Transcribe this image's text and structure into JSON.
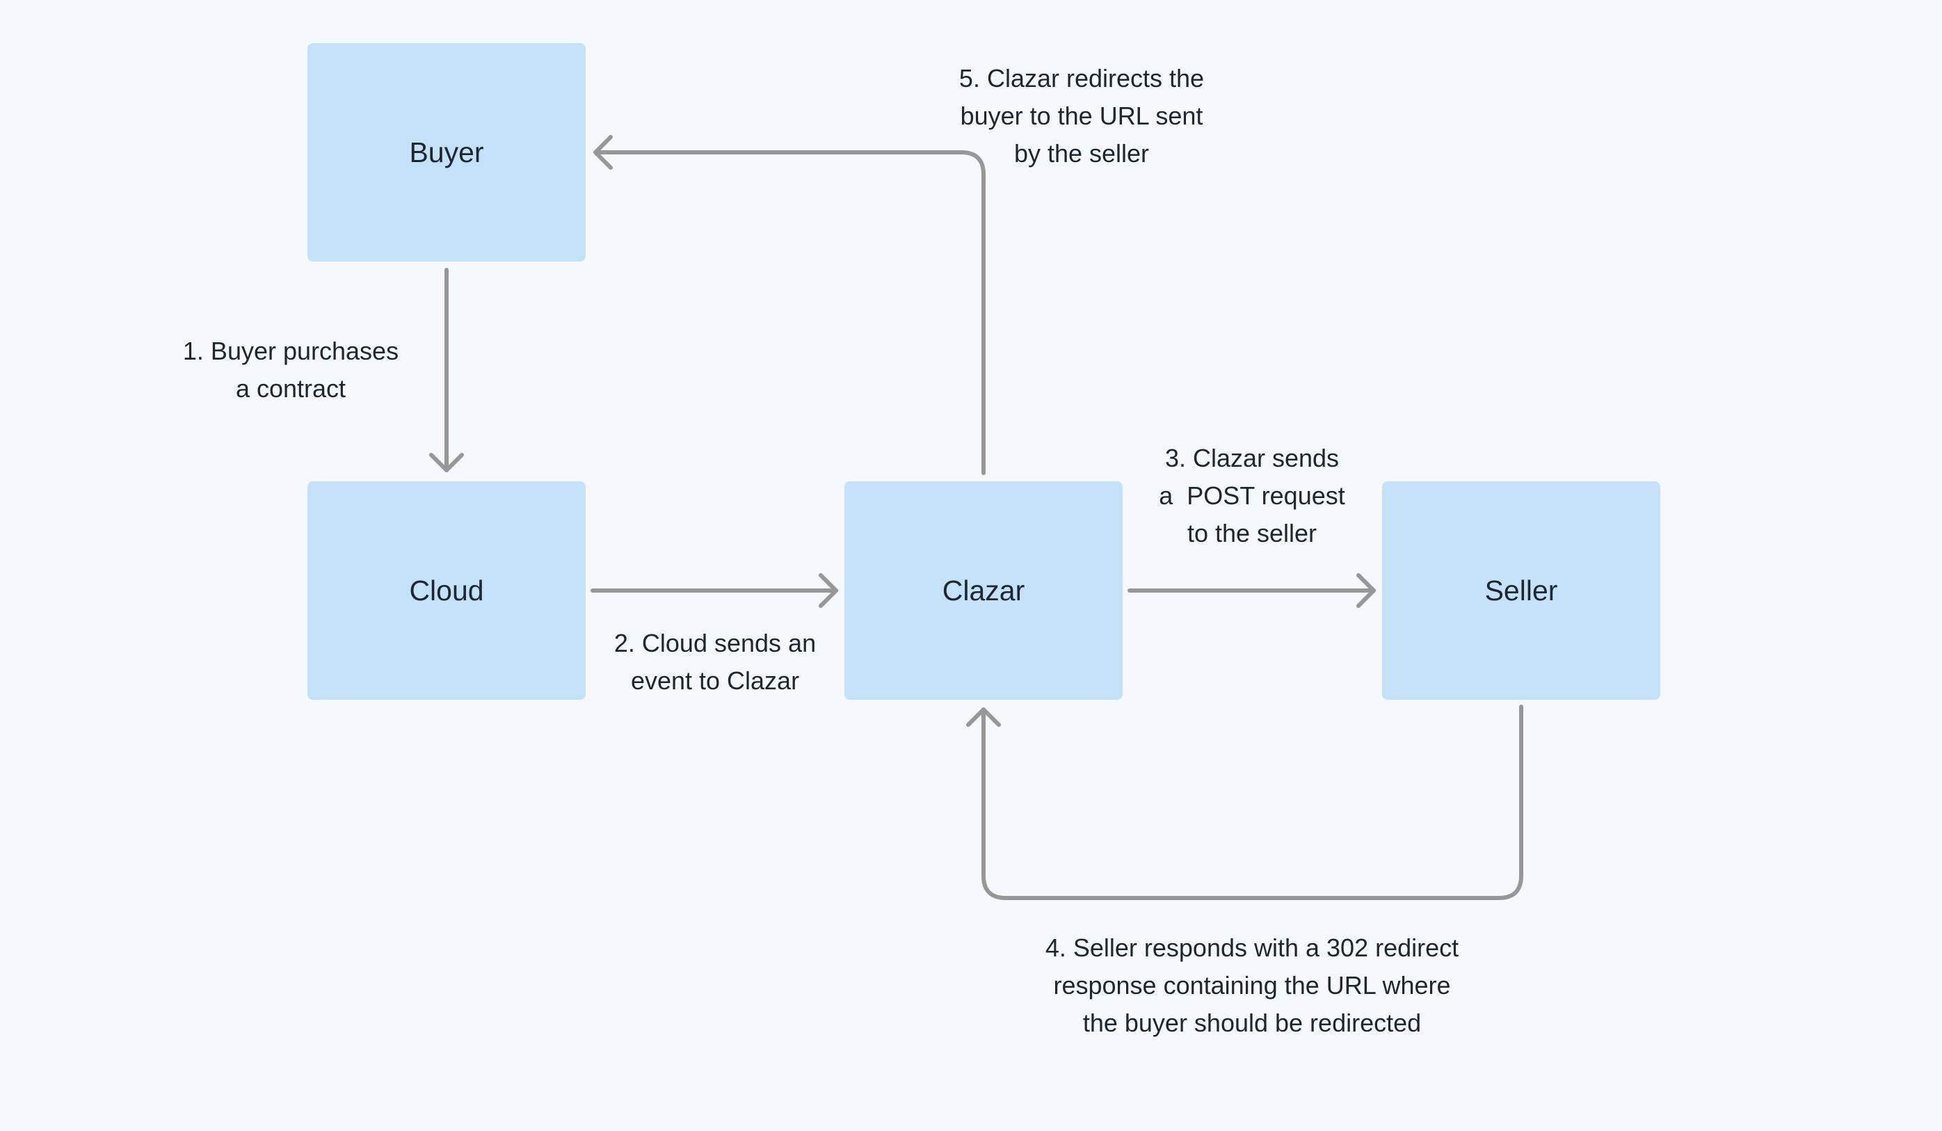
{
  "nodes": {
    "buyer": "Buyer",
    "cloud": "Cloud",
    "clazar": "Clazar",
    "seller": "Seller"
  },
  "steps": {
    "step1": [
      "1. Buyer purchases",
      "a contract"
    ],
    "step2": [
      "2. Cloud sends an",
      "event to Clazar"
    ],
    "step3": [
      "3. Clazar sends",
      "a  POST request",
      "to the seller"
    ],
    "step4": [
      "4. Seller responds with a 302 redirect",
      "response containing the URL where",
      "the buyer should be redirected"
    ],
    "step5": [
      "5. Clazar redirects the",
      "buyer to the URL sent",
      "by the seller"
    ]
  },
  "colors": {
    "background": "#f5f9fe",
    "node_fill": "#c4e1fa",
    "connector": "#979797",
    "text": "#1e2630"
  }
}
